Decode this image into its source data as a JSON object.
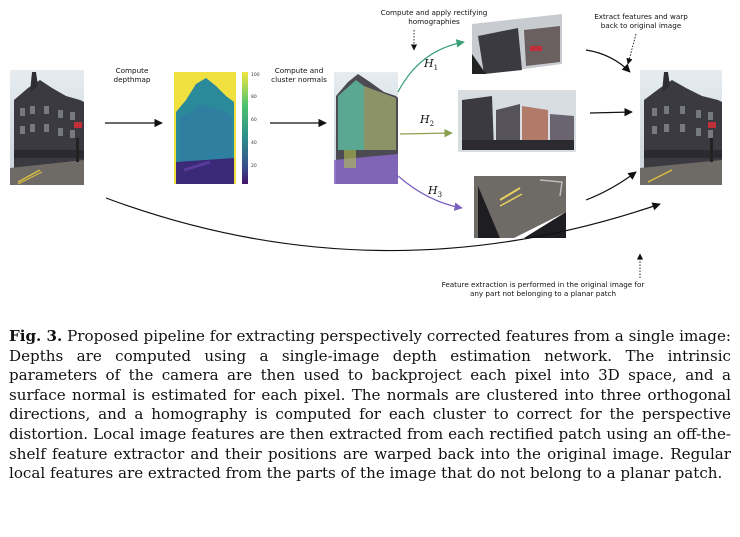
{
  "figure": {
    "labels": {
      "compute_depthmap": "Compute depthmap",
      "compute_cluster_normals": "Compute and cluster normals",
      "compute_homographies": "Compute and apply rectifying homographies",
      "extract_warp": "Extract features and warp back to original image",
      "feature_extraction_original": "Feature extraction is performed in the original image for any part not belonging to a planar patch"
    },
    "homographies": [
      {
        "symbol": "H",
        "index": "1"
      },
      {
        "symbol": "H",
        "index": "2"
      },
      {
        "symbol": "H",
        "index": "3"
      }
    ],
    "colorbar_ticks": [
      "100",
      "80",
      "60",
      "40",
      "20"
    ],
    "colors": {
      "arrow": "#111111",
      "h1_arrow": "#3aa07a",
      "h2_arrow": "#8aa050",
      "h3_arrow": "#7a60c0",
      "depth_near": "#f0e040",
      "depth_far": "#3a1a6a"
    }
  },
  "caption": {
    "fig_label": "Fig. 3.",
    "text": "Proposed pipeline for extracting perspectively corrected features from a single image: Depths are computed using a single-image depth estimation network. The intrinsic parameters of the camera are then used to backproject each pixel into 3D space, and a surface normal is estimated for each pixel. The normals are clustered into three orthogonal directions, and a homography is computed for each cluster to correct for the perspective distortion. Local image features are then extracted from each rectified patch using an off-the-shelf feature extractor and their positions are warped back into the original image. Regular local features are extracted from the parts of the image that do not belong to a planar patch."
  }
}
